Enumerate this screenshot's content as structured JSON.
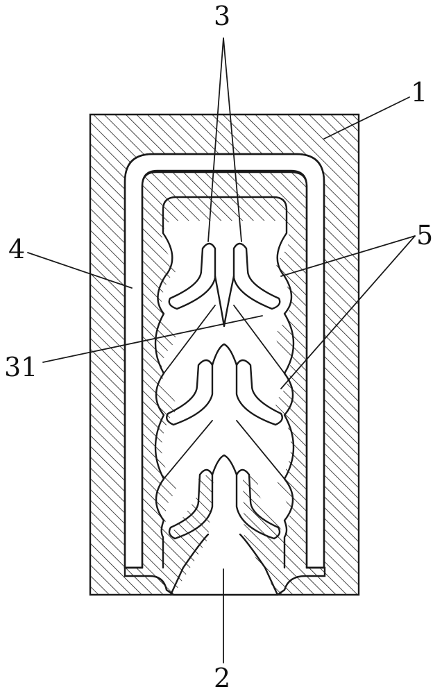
{
  "callouts": {
    "part_1": "1",
    "part_2": "2",
    "part_3": "3",
    "part_31": "31",
    "part_4": "4",
    "part_5": "5"
  },
  "colors": {
    "line": "#1a1a1a",
    "hatch": "#1a1a1a",
    "background": "#ffffff"
  }
}
